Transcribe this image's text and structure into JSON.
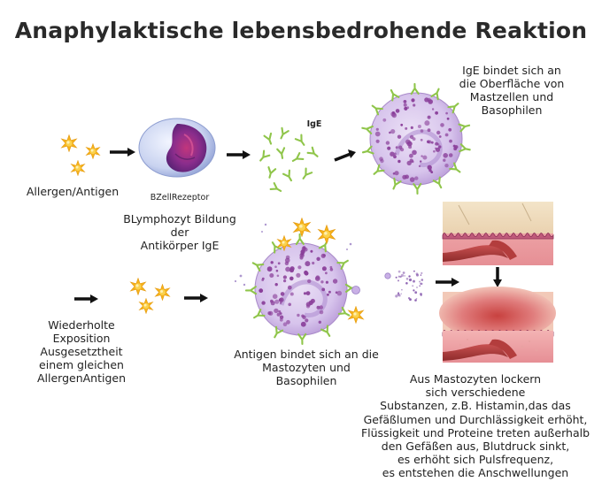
{
  "title": "Anaphylaktische lebensbedrohende Reaktion",
  "labels": {
    "allergen": "Allergen/Antigen",
    "bzell": "BZellRezeptor",
    "lymphozyt_line1": "BLymphozyt Bildung der",
    "lymphozyt_line2": "Antikörper IgE",
    "ige": "IgE",
    "ige_bind_line1": "IgE bindet sich an",
    "ige_bind_line2": "die Oberfläche von",
    "ige_bind_line3": "Mastzellen und",
    "ige_bind_line4": "Basophilen",
    "exposition_line1": "Wiederholte",
    "exposition_line2": "Exposition",
    "exposition_line3": "Ausgesetztheit",
    "exposition_line4": "einem gleichen",
    "exposition_line5": "AllergenAntigen",
    "antigen_bind_line1": "Antigen bindet sich an die",
    "antigen_bind_line2": "Mastozyten und",
    "antigen_bind_line3": "Basophilen"
  },
  "caption_lines": [
    "Aus Mastozyten lockern",
    "sich verschiedene",
    "Substanzen, z.B. Histamin,das das",
    "Gefäßlumen und Durchlässigkeit erhöht,",
    "Flüssigkeit und Proteine treten außerhalb",
    "den Gefäßen aus, Blutdruck sinkt,",
    "es erhöht sich Pulsfrequenz,",
    "es entstehen die Anschwellungen"
  ],
  "colors": {
    "allergen": "#f5b21b",
    "antibody": "#8fc54a",
    "cell": "#d7c4ec",
    "granule": "#8a3f9a",
    "nucleus": "#7a2b8c",
    "vessel": "#a93a3a",
    "arrow": "#111111"
  },
  "icons": [
    "allergen-star-icon",
    "b-lymphocyte-icon",
    "antibody-y-icon",
    "mast-cell-icon",
    "skin-tissue-icon",
    "swollen-tissue-icon",
    "arrow-right-icon",
    "arrow-down-icon"
  ]
}
